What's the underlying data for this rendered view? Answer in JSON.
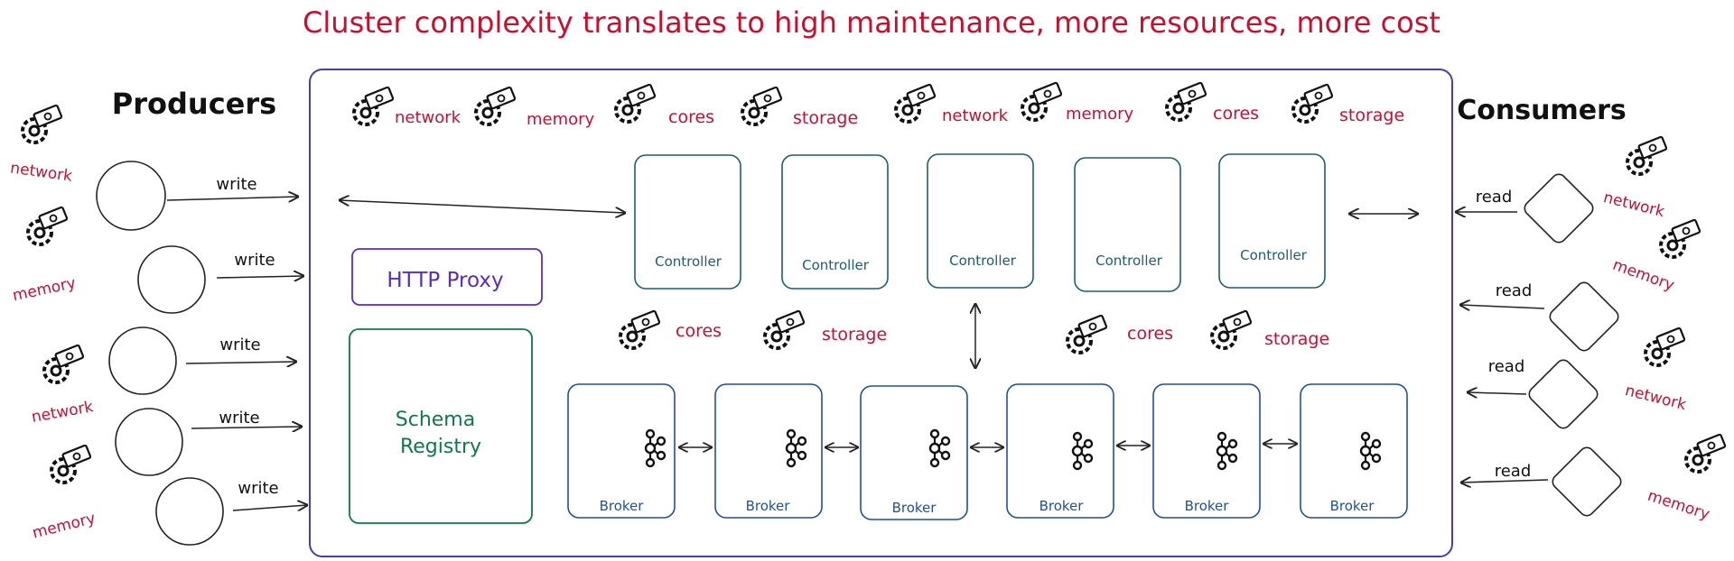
{
  "title": "Cluster complexity translates to high maintenance, more resources, more cost",
  "producers": {
    "heading": "Producers",
    "edge_label": "write",
    "resources": [
      "network",
      "memory",
      "network",
      "memory"
    ]
  },
  "consumers": {
    "heading": "Consumers",
    "edge_label": "read",
    "resources": [
      "network",
      "memory",
      "network",
      "memory"
    ]
  },
  "cluster": {
    "top_resources": [
      "network",
      "memory",
      "cores",
      "storage",
      "network",
      "memory",
      "cores",
      "storage"
    ],
    "mid_resources": [
      "cores",
      "storage",
      "cores",
      "storage"
    ],
    "controllers": [
      "Controller",
      "Controller",
      "Controller",
      "Controller",
      "Controller"
    ],
    "brokers": [
      "Broker",
      "Broker",
      "Broker",
      "Broker",
      "Broker",
      "Broker"
    ],
    "http_proxy": "HTTP Proxy",
    "schema_registry": [
      "Schema",
      "Registry"
    ]
  },
  "colors": {
    "title_red": "#c8102e",
    "resource_red": "#c8102e",
    "cluster_border": "#4b3bb0",
    "proxy": "#5a2bc7",
    "schema": "#0c7a4a",
    "controller": "#1d5e6b",
    "broker": "#1f4f9e",
    "ink": "#222222"
  },
  "icons": [
    "money-gear-icon",
    "kafka-icon"
  ]
}
